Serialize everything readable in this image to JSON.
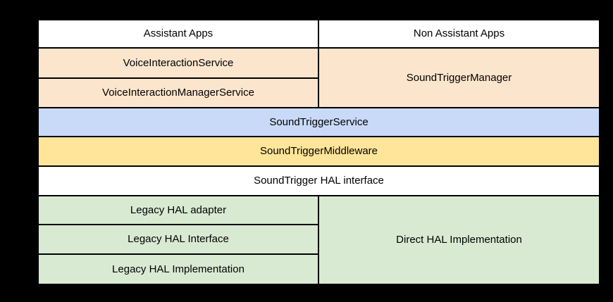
{
  "diagram": {
    "colors": {
      "background": "#000000",
      "border": "#000000",
      "text": "#000000",
      "apps_fill": "#ffffff",
      "framework_fill": "#fce5cd",
      "service_fill": "#c9daf8",
      "middleware_fill": "#ffe599",
      "hal_interface_fill": "#ffffff",
      "hal_fill": "#d9ead3"
    },
    "cells": {
      "assistant_apps": {
        "label": "Assistant Apps",
        "color": "#ffffff"
      },
      "non_assistant_apps": {
        "label": "Non Assistant Apps",
        "color": "#ffffff"
      },
      "voice_interaction_service": {
        "label": "VoiceInteractionService",
        "color": "#fce5cd"
      },
      "sound_trigger_manager": {
        "label": "SoundTriggerManager",
        "color": "#fce5cd"
      },
      "voice_interaction_manager_service": {
        "label": "VoiceInteractionManagerService",
        "color": "#fce5cd"
      },
      "sound_trigger_service": {
        "label": "SoundTriggerService",
        "color": "#c9daf8"
      },
      "sound_trigger_middleware": {
        "label": "SoundTriggerMiddleware",
        "color": "#ffe599"
      },
      "sound_trigger_hal_interface": {
        "label": "SoundTrigger HAL interface",
        "color": "#ffffff"
      },
      "legacy_hal_adapter": {
        "label": "Legacy HAL adapter",
        "color": "#d9ead3"
      },
      "direct_hal_implementation": {
        "label": "Direct HAL Implementation",
        "color": "#d9ead3"
      },
      "legacy_hal_interface": {
        "label": "Legacy HAL Interface",
        "color": "#d9ead3"
      },
      "legacy_hal_implementation": {
        "label": "Legacy HAL Implementation",
        "color": "#d9ead3"
      }
    }
  }
}
